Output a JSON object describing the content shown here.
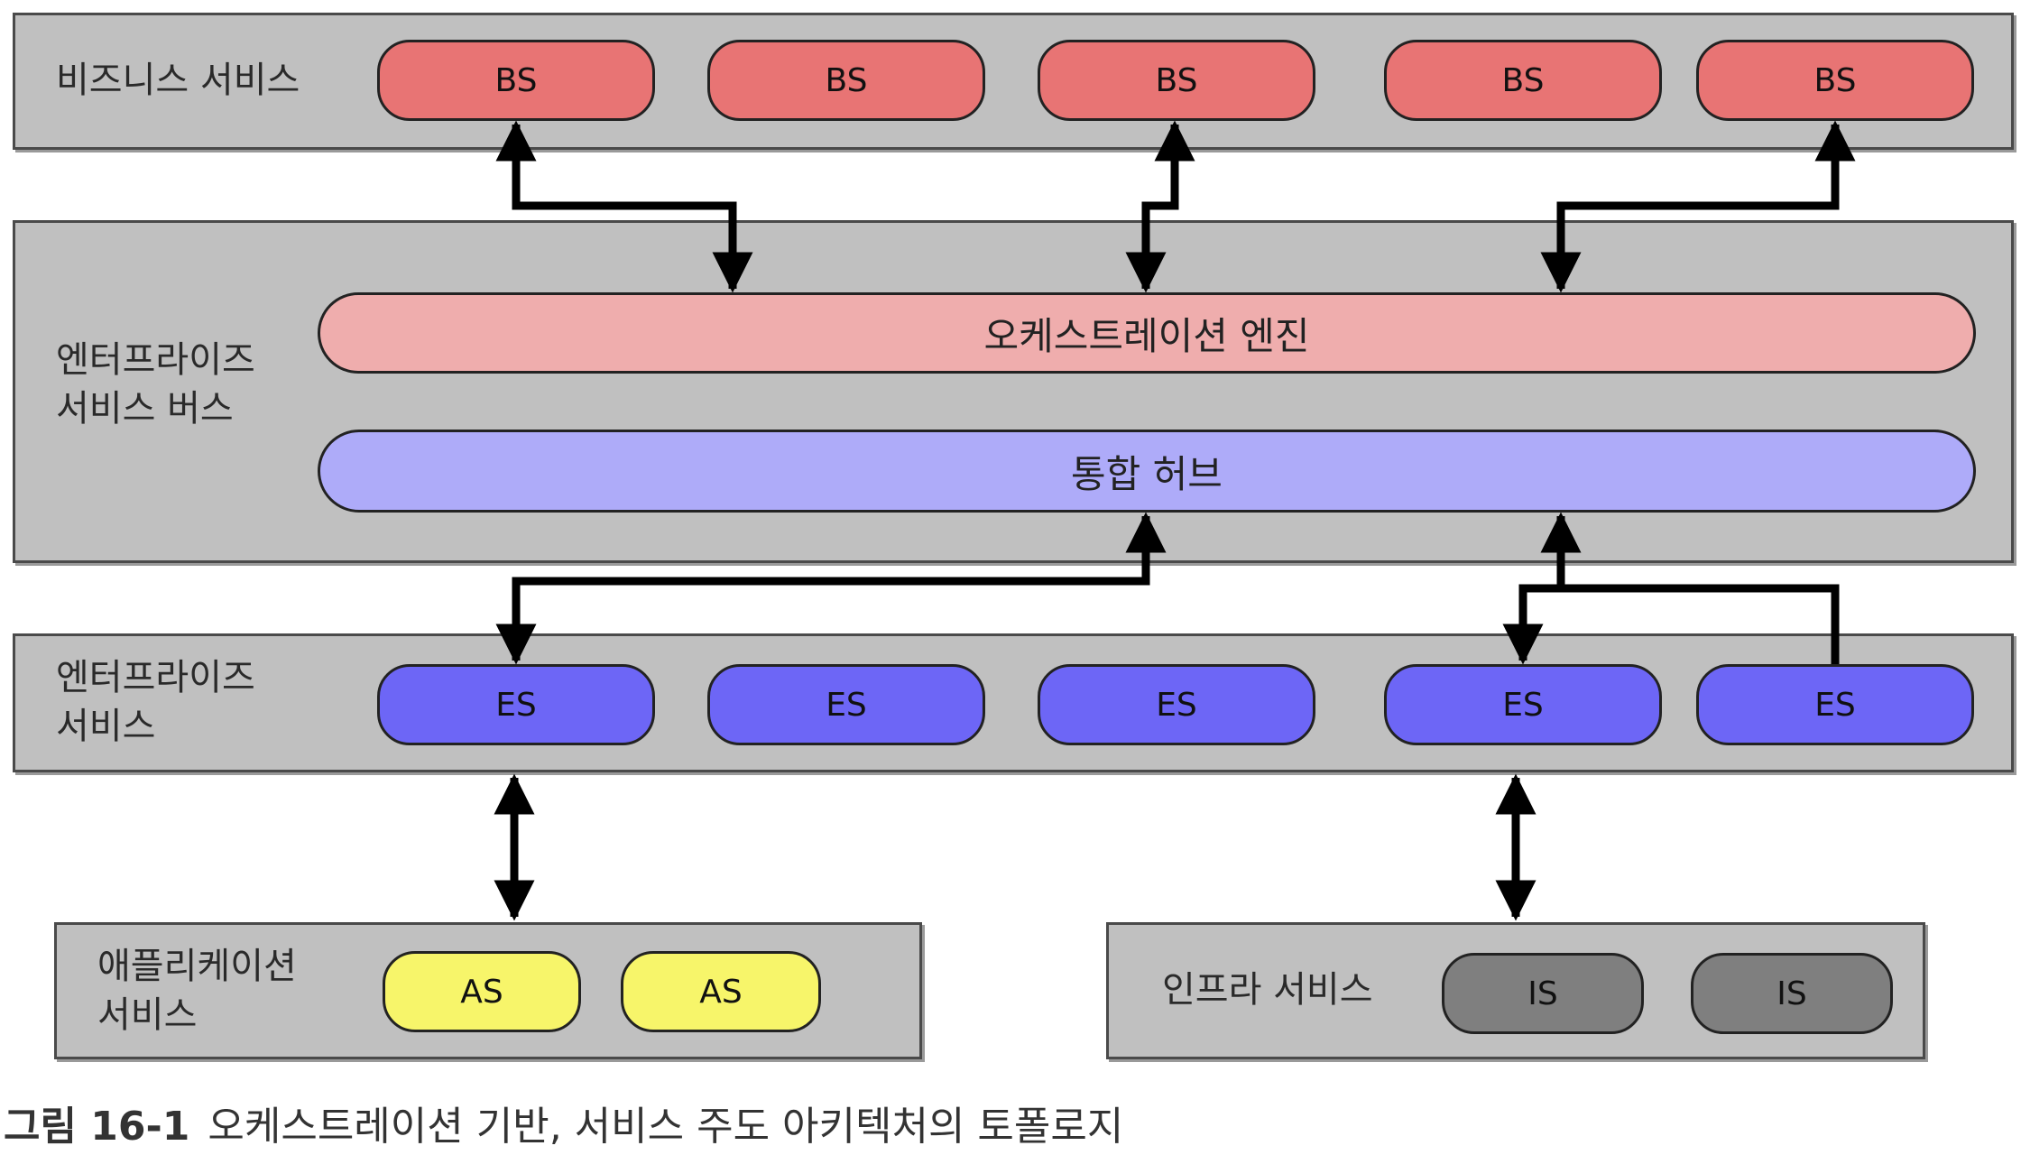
{
  "layers": {
    "business": {
      "label": "비즈니스 서비스",
      "services": [
        "BS",
        "BS",
        "BS",
        "BS",
        "BS"
      ]
    },
    "bus": {
      "label_line1": "엔터프라이즈",
      "label_line2": "서비스 버스",
      "orchestration": "오케스트레이션 엔진",
      "hub": "통합 허브"
    },
    "enterprise": {
      "label_line1": "엔터프라이즈",
      "label_line2": "서비스",
      "services": [
        "ES",
        "ES",
        "ES",
        "ES",
        "ES"
      ]
    },
    "application": {
      "label_line1": "애플리케이션",
      "label_line2": "서비스",
      "services": [
        "AS",
        "AS"
      ]
    },
    "infrastructure": {
      "label": "인프라 서비스",
      "services": [
        "IS",
        "IS"
      ]
    }
  },
  "colors": {
    "band": "#c0c0c0",
    "business": "#e87474",
    "orchestration": "#efadad",
    "hub": "#aeabf9",
    "enterprise": "#6d66f6",
    "application": "#f7f56a",
    "infrastructure": "#7f7f7f"
  },
  "caption": {
    "number": "그림 16-1",
    "text": "오케스트레이션 기반, 서비스 주도 아키텍처의 토폴로지"
  }
}
